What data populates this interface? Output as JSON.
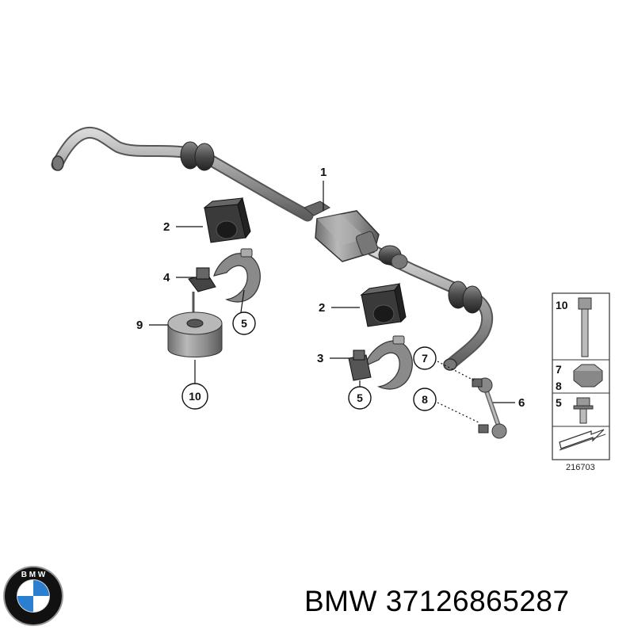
{
  "diagram": {
    "callouts": {
      "c1": "1",
      "c2a": "2",
      "c2b": "2",
      "c3": "3",
      "c4": "4",
      "c5a": "5",
      "c5b": "5",
      "c6": "6",
      "c7": "7",
      "c8": "8",
      "c9": "9",
      "c10": "10"
    },
    "legend": {
      "items": [
        "10",
        "7",
        "8",
        "5"
      ],
      "drawing_number": "216703"
    }
  },
  "logo": {
    "lettering": "BMW",
    "colors": {
      "ring": "#111111",
      "blue": "#2a7fd0",
      "white": "#ffffff",
      "chrome": "#9a9a9a"
    }
  },
  "caption": {
    "brand": "BMW",
    "part_number": "37126865287"
  }
}
